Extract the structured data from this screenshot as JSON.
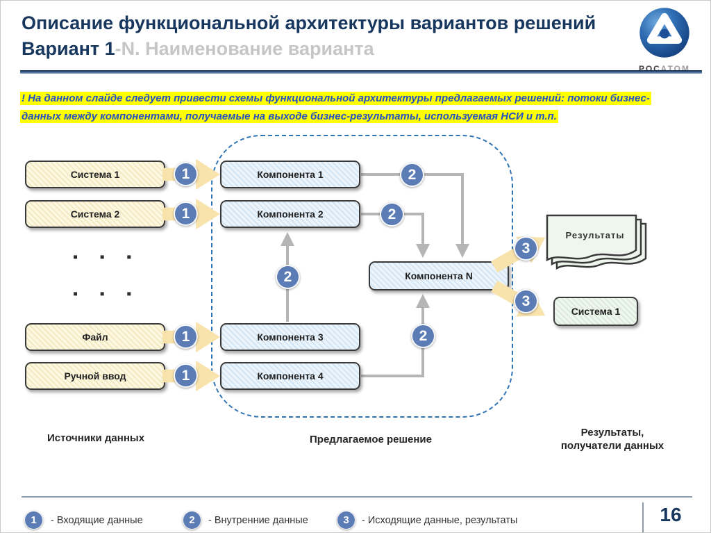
{
  "header": {
    "title_line1": "Описание функциональной архитектуры вариантов решений",
    "title_line2_dark": "Вариант 1",
    "title_line2_gray": "-N. Наименование варианта",
    "logo_word_dark": "РОС",
    "logo_word_light": "АТОМ"
  },
  "note": {
    "text": "! На данном слайде следует привести схемы функциональной архитектуры предлагаемых решений: потоки бизнес-данных между компонентами, получаемые на выходе бизнес-результаты, используемая НСИ и т.п."
  },
  "diagram": {
    "sources": [
      {
        "label": "Система 1"
      },
      {
        "label": "Система 2"
      },
      {
        "label": "Файл"
      },
      {
        "label": "Ручной ввод"
      }
    ],
    "ellipsis": "▪ ▪ ▪",
    "components": [
      {
        "label": "Компонента 1"
      },
      {
        "label": "Компонента 2"
      },
      {
        "label": "Компонента 3"
      },
      {
        "label": "Компонента 4"
      }
    ],
    "component_n": "Компонента N",
    "outputs": {
      "results": "Результаты",
      "system": "Система 1"
    },
    "marker_in": "1",
    "marker_internal": "2",
    "marker_out": "3",
    "labels": {
      "sources": "Источники данных",
      "solution": "Предлагаемое решение",
      "results_line1": "Результаты,",
      "results_line2": "получатели данных"
    }
  },
  "footer": {
    "legend": [
      {
        "num": "1",
        "label": "- Входящие данные"
      },
      {
        "num": "2",
        "label": "- Внутренние данные"
      },
      {
        "num": "3",
        "label": "- Исходящие данные, результаты"
      }
    ],
    "page_number": "16"
  },
  "colors": {
    "title_navy": "#17375E",
    "subtitle_gray": "#C6C6C6",
    "note_blue": "#2350C5",
    "note_highlight": "#FFFF00",
    "marker_circle_blue": "#5B7CB4",
    "flow_arrow_cream": "#F9E3AD",
    "connector_gray": "#B5B5B5",
    "dashed_frame_blue": "#2E74B5",
    "source_box_cream": "#FCF7DE",
    "component_box_blue": "#EBF4FB",
    "output_box_green": "#EFF6ED"
  }
}
